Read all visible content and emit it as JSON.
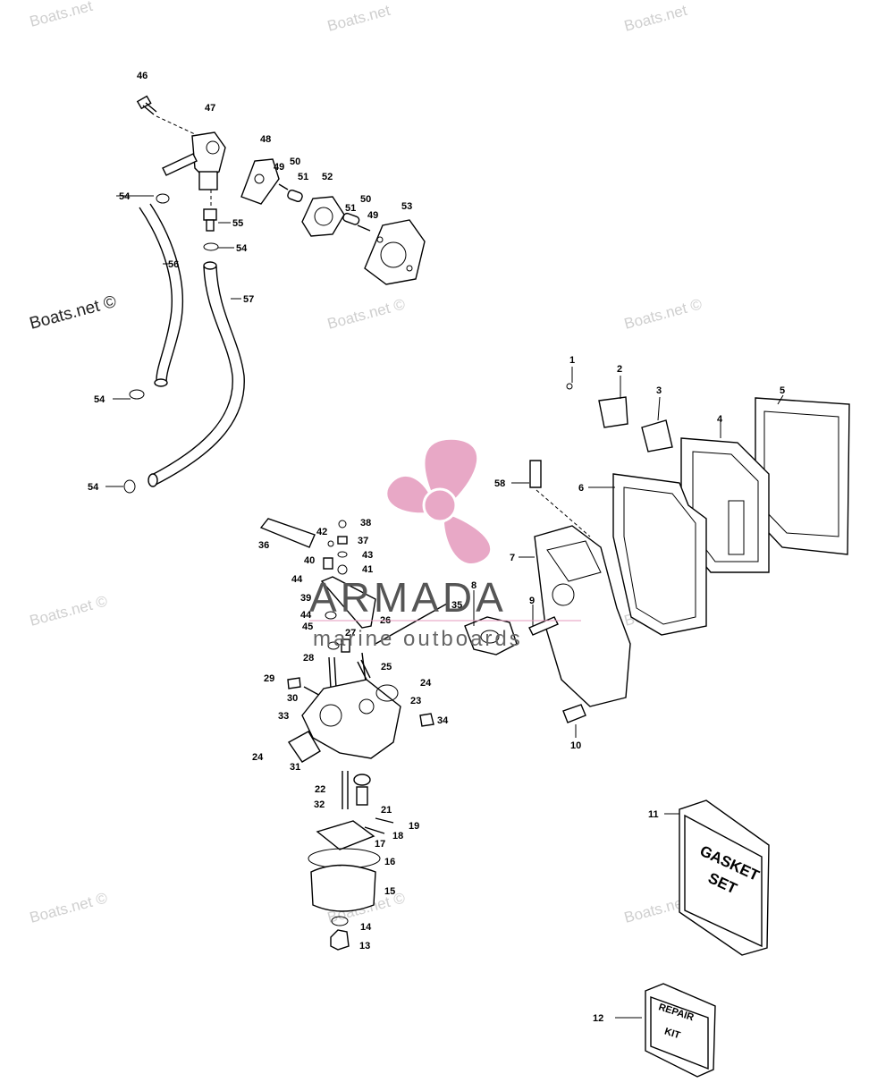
{
  "watermarks": {
    "site": "Boats.net",
    "site_copyright": "Boats.net ©"
  },
  "brand": {
    "name": "ARMADA",
    "tagline": "marine outboards",
    "accent_color": "#e59abd"
  },
  "kits": {
    "gasket_set_text": [
      "GASKET",
      "SET"
    ],
    "repair_kit_text": [
      "REPAIR",
      "KIT"
    ]
  },
  "part_labels": {
    "p1": "1",
    "p2": "2",
    "p3": "3",
    "p4": "4",
    "p5": "5",
    "p6": "6",
    "p7": "7",
    "p8": "8",
    "p9": "9",
    "p10": "10",
    "p11": "11",
    "p12": "12",
    "p13": "13",
    "p14": "14",
    "p15": "15",
    "p16": "16",
    "p17": "17",
    "p18": "18",
    "p19": "19",
    "p21": "21",
    "p22": "22",
    "p23": "23",
    "p24a": "24",
    "p24b": "24",
    "p25": "25",
    "p26": "26",
    "p27": "27",
    "p28": "28",
    "p29": "29",
    "p30": "30",
    "p31": "31",
    "p32": "32",
    "p33": "33",
    "p34": "34",
    "p35": "35",
    "p36": "36",
    "p37": "37",
    "p38": "38",
    "p39": "39",
    "p40": "40",
    "p41": "41",
    "p42": "42",
    "p43": "43",
    "p44a": "44",
    "p44b": "44",
    "p45": "45",
    "p46": "46",
    "p47": "47",
    "p48": "48",
    "p49a": "49",
    "p49b": "49",
    "p50a": "50",
    "p50b": "50",
    "p51a": "51",
    "p51b": "51",
    "p52": "52",
    "p53": "53",
    "p54a": "54",
    "p54b": "54",
    "p54c": "54",
    "p54d": "54",
    "p55": "55",
    "p56": "56",
    "p57": "57",
    "p58": "58"
  }
}
